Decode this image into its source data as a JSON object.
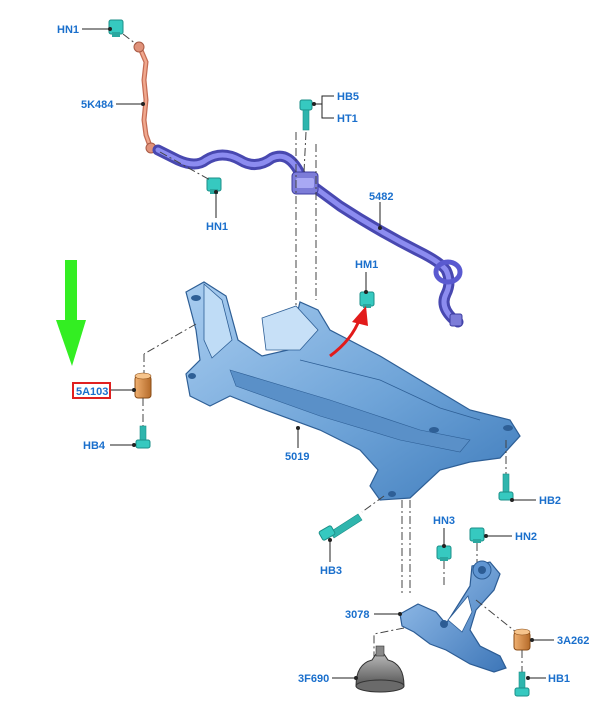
{
  "labels": {
    "hn1_top": "HN1",
    "k484": "5K484",
    "hb5": "HB5",
    "ht1": "HT1",
    "hn1_mid": "HN1",
    "s5482": "5482",
    "hm1": "HM1",
    "a103": "5A103",
    "hb4": "HB4",
    "s5019": "5019",
    "hb2": "HB2",
    "hn3": "HN3",
    "hn2": "HN2",
    "hb3": "HB3",
    "s3078": "3078",
    "a262": "3A262",
    "f690": "3F690",
    "hb1": "HB1"
  },
  "colors": {
    "label_text": "#1a6fcc",
    "highlight_box": "#e02020",
    "pointer_arrow": "#33ee22",
    "motion_arrow": "#e21b1b",
    "stabilizer_bar": "#6a6ae0",
    "stabilizer_link": "#e0927a",
    "subframe": "#6fa4d8",
    "control_arm": "#5f95d2",
    "fastener": "#36c9c0",
    "bushing": "#d9893f",
    "mount": "#8a8a8a"
  },
  "highlighted_part": "5A103"
}
